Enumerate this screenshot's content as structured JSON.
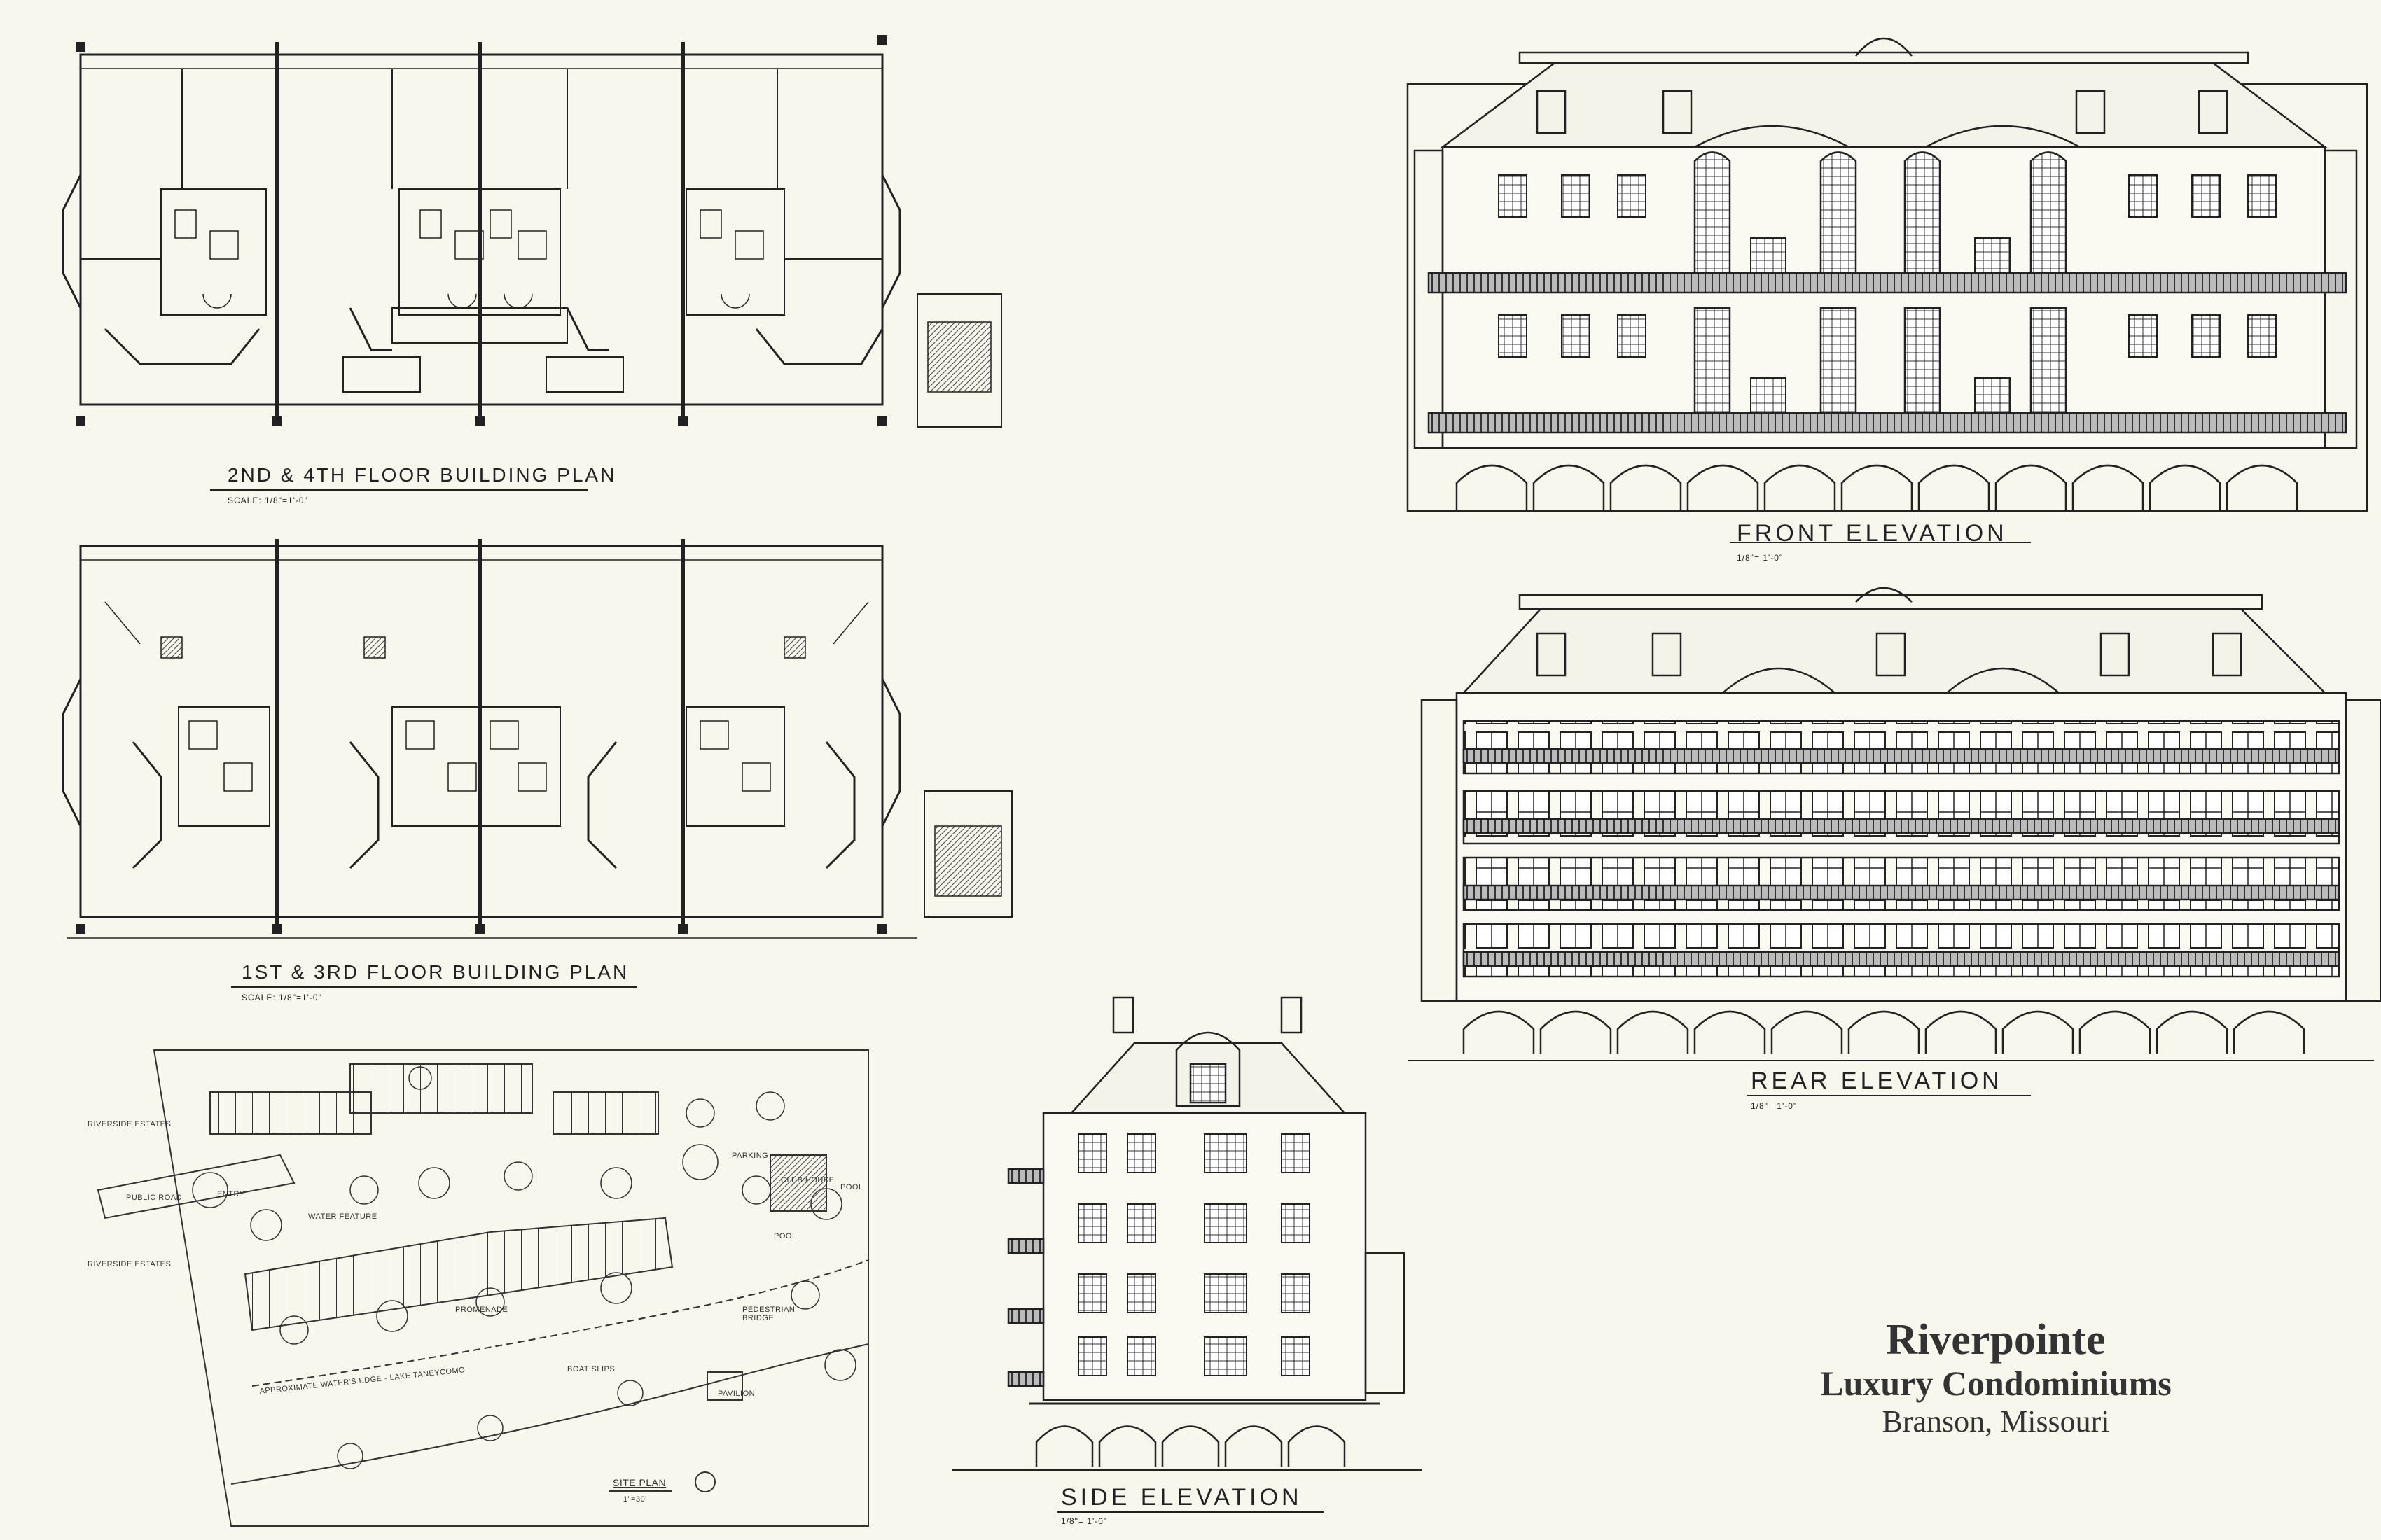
{
  "title_block": {
    "name": "Riverpointe",
    "subtitle": "Luxury Condominiums",
    "location": "Branson, Missouri"
  },
  "plans": {
    "upper": {
      "title": "2ND & 4TH FLOOR BUILDING PLAN",
      "scale": "SCALE: 1/8\"=1'-0\""
    },
    "lower": {
      "title": "1ST & 3RD FLOOR BUILDING PLAN",
      "scale": "SCALE: 1/8\"=1'-0\""
    }
  },
  "elevations": {
    "front": {
      "title": "FRONT ELEVATION",
      "scale": "1/8\"= 1'-0\""
    },
    "rear": {
      "title": "REAR ELEVATION",
      "scale": "1/8\"= 1'-0\""
    },
    "side": {
      "title": "SIDE ELEVATION",
      "scale": "1/8\"= 1'-0\""
    }
  },
  "site_plan": {
    "title": "SITE PLAN",
    "scale": "1\"=30'",
    "labels": {
      "riverside_estates_top": "RIVERSIDE ESTATES",
      "riverside_estates_mid": "RIVERSIDE ESTATES",
      "public_road": "PUBLIC ROAD",
      "entry": "ENTRY",
      "water_feature": "WATER FEATURE",
      "parking": "PARKING",
      "club_house": "CLUB HOUSE",
      "pool_1": "POOL",
      "pool_2": "POOL",
      "promenade": "PROMENADE",
      "pedestrian_bridge": "PEDESTRIAN BRIDGE",
      "water_edge": "APPROXIMATE WATER'S EDGE - LAKE TANEYCOMO",
      "boat_slips": "BOAT SLIPS",
      "pavilion": "PAVILION"
    }
  },
  "colors": {
    "paper": "#f7f7ee",
    "ink": "#222222",
    "tone": "#9a9a9a"
  }
}
